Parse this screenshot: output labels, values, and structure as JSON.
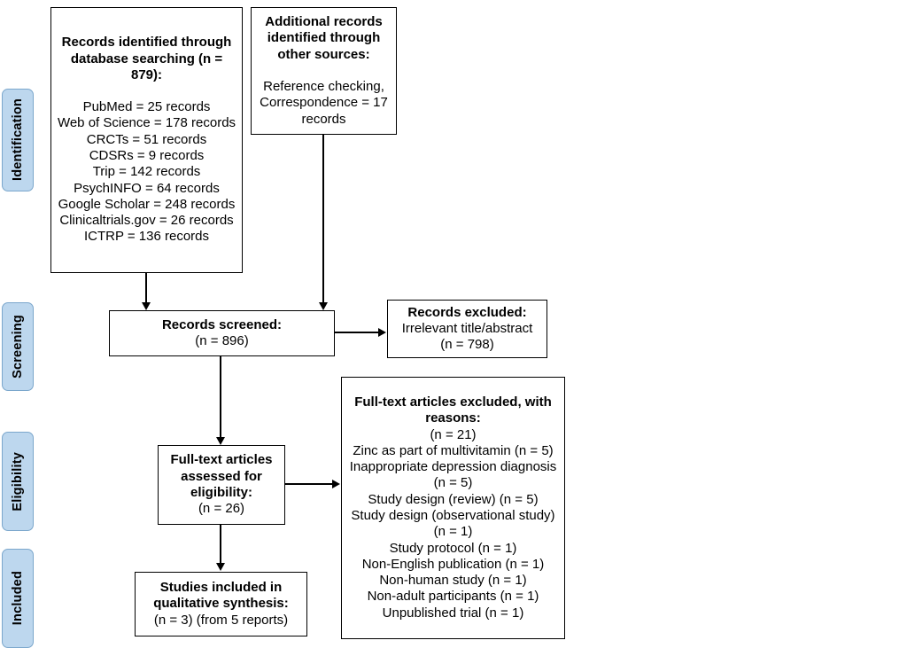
{
  "colors": {
    "stage_fill": "#bdd7ee",
    "stage_border": "#7ba7cc",
    "box_border": "#000000",
    "arrow_color": "#000000"
  },
  "stages": {
    "identification": "Identification",
    "screening": "Screening",
    "eligibility": "Eligibility",
    "included": "Included"
  },
  "boxes": {
    "identified": {
      "title": "Records identified through database searching (n = 879):",
      "lines": [
        "PubMed = 25 records",
        "Web of Science = 178 records",
        "CRCTs = 51 records",
        "CDSRs = 9 records",
        "Trip = 142 records",
        "PsychINFO = 64 records",
        "Google Scholar = 248 records",
        "Clinicaltrials.gov = 26 records",
        "ICTRP = 136 records"
      ]
    },
    "additional": {
      "title": "Additional records identified through other sources:",
      "lines": [
        "Reference checking, Correspondence = 17 records"
      ]
    },
    "screened": {
      "title": "Records screened:",
      "lines": [
        "(n = 896)"
      ]
    },
    "excluded": {
      "title": "Records excluded:",
      "lines": [
        "Irrelevant title/abstract",
        "(n = 798)"
      ]
    },
    "fulltext": {
      "title": "Full-text articles assessed for eligibility:",
      "lines": [
        "(n = 26)"
      ]
    },
    "fulltext_excluded": {
      "title": "Full-text articles excluded, with reasons:",
      "lines": [
        "(n = 21)",
        "Zinc as part of multivitamin (n = 5)",
        "Inappropriate depression diagnosis (n = 5)",
        "Study design (review) (n = 5)",
        "Study design (observational study) (n = 1)",
        "Study protocol (n = 1)",
        "Non-English publication (n = 1)",
        "Non-human study (n = 1)",
        "Non-adult participants (n = 1)",
        "Unpublished trial (n = 1)"
      ]
    },
    "included_box": {
      "title": "Studies included in qualitative synthesis:",
      "lines": [
        "(n = 3) (from 5 reports)"
      ]
    }
  }
}
